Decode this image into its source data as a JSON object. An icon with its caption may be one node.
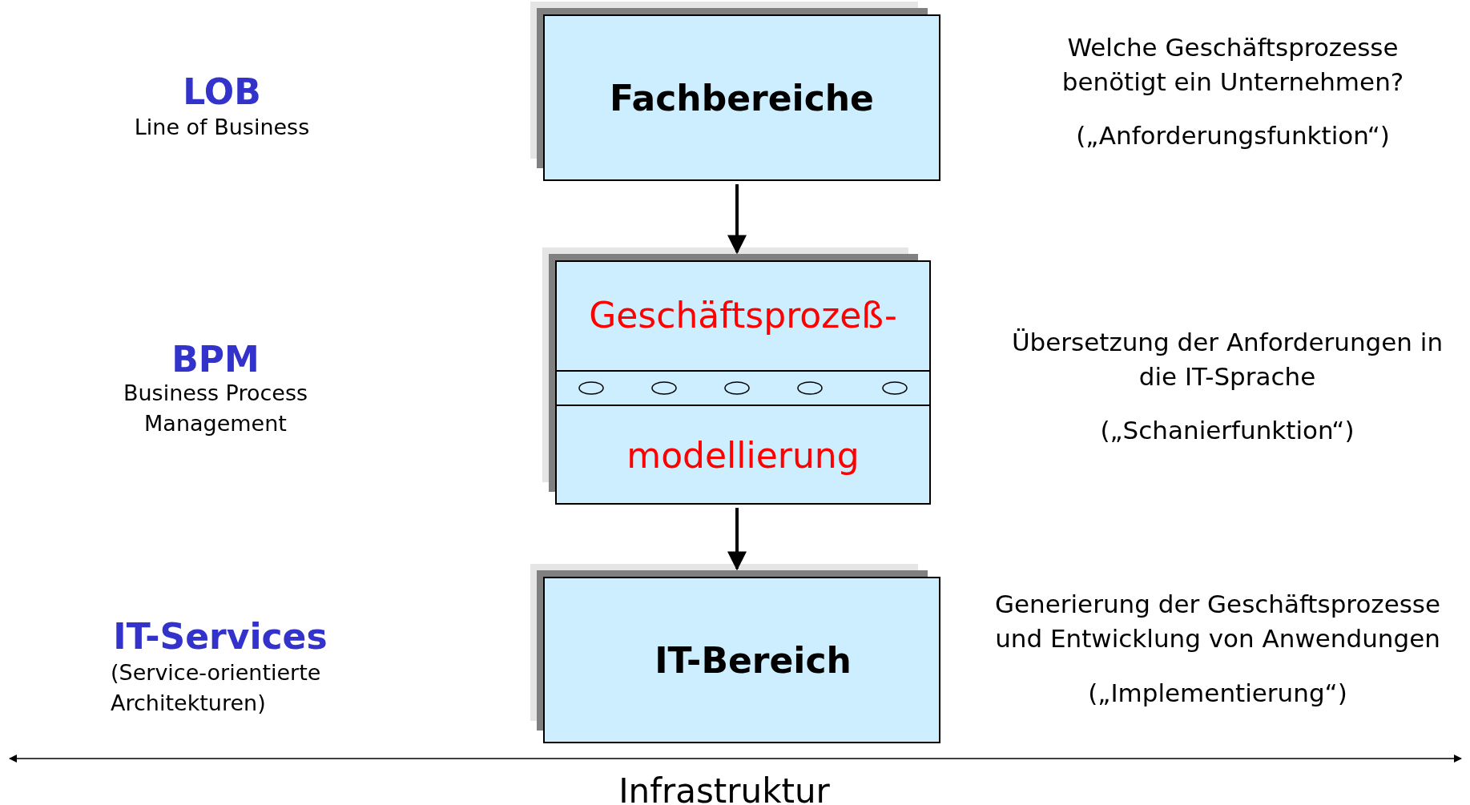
{
  "diagram": {
    "nodes": [
      {
        "text": [
          "Fachbereiche"
        ]
      },
      {
        "text": [
          "Geschäftsprozeß-",
          "modellierung"
        ]
      },
      {
        "text": [
          "IT-Bereich"
        ]
      }
    ],
    "edges": [
      {
        "from": 0,
        "to": 1,
        "arrow": "to"
      },
      {
        "from": 1,
        "to": 2,
        "arrow": "to"
      }
    ],
    "labels": [
      "LOB",
      "Line of Business",
      "Welche Geschäftsprozesse benötigt ein Unternehmen?",
      "(„Anforderungsfunktion“)",
      "BPM",
      "Business Process Management",
      "Übersetzung der Anforderungen in die IT-Sprache",
      "(„Schanierfunktion“)",
      "IT-Services",
      "(Service-orientierte Architekturen)",
      "Generierung der Geschäftsprozesse und Entwicklung von Anwendungen",
      "(„Implementierung“)",
      "Infrastruktur"
    ]
  }
}
